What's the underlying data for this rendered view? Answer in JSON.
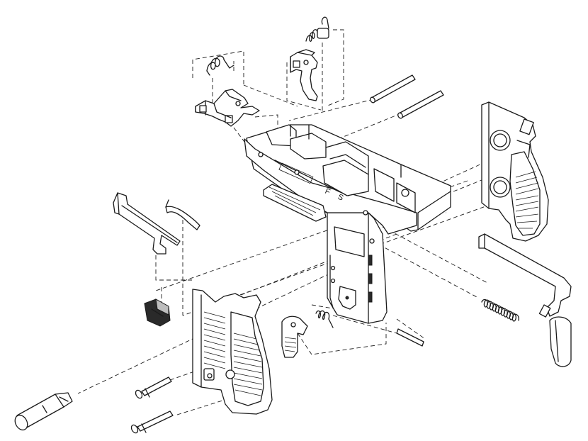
{
  "receiver_marking": "F S",
  "parts": [
    "assembly-lines",
    "hammer-spring",
    "sear-block",
    "trigger-assembly",
    "pin-long",
    "pin-short",
    "lower-receiver-frame",
    "grip-panel-right",
    "magazine-release",
    "recoil-spring",
    "bolt-stop-lever",
    "leaf-spring",
    "detent-block",
    "grip-panel-left",
    "safety-lever",
    "small-spring",
    "pin-bottom",
    "screw-upper",
    "screw-lower",
    "plunger-sleeve"
  ]
}
